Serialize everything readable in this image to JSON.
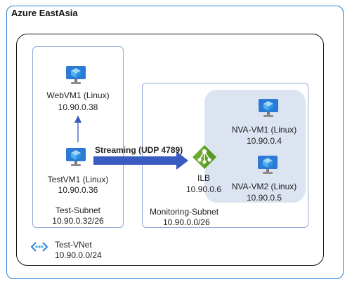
{
  "region": {
    "title": "Azure EastAsia"
  },
  "vnet": {
    "name": "Test-VNet",
    "cidr": "10.90.0.0/24"
  },
  "test_subnet": {
    "name": "Test-Subnet",
    "cidr": "10.90.0.32/26"
  },
  "monitoring_subnet": {
    "name": "Monitoring-Subnet",
    "cidr": "10.90.0.0/26"
  },
  "vms": {
    "webvm1": {
      "name": "WebVM1 (Linux)",
      "ip": "10.90.0.38"
    },
    "testvm1": {
      "name": "TestVM1 (Linux)",
      "ip": "10.90.0.36"
    },
    "nva_vm1": {
      "name": "NVA-VM1 (Linux)",
      "ip": "10.90.0.4"
    },
    "nva_vm2": {
      "name": "NVA-VM2 (Linux)",
      "ip": "10.90.0.5"
    }
  },
  "ilb": {
    "name": "ILB",
    "ip": "10.90.0.6"
  },
  "streaming": {
    "label": "Streaming (UDP 4789)"
  },
  "colors": {
    "accent": "#2d7fd1",
    "arrow": "#3a5bbf",
    "ilb_green": "#6aab2e",
    "nva_group_bg": "#dde4f1"
  },
  "icons": {
    "vm": "virtual-machine-icon",
    "ilb": "load-balancer-icon",
    "vnet": "virtual-network-icon"
  }
}
